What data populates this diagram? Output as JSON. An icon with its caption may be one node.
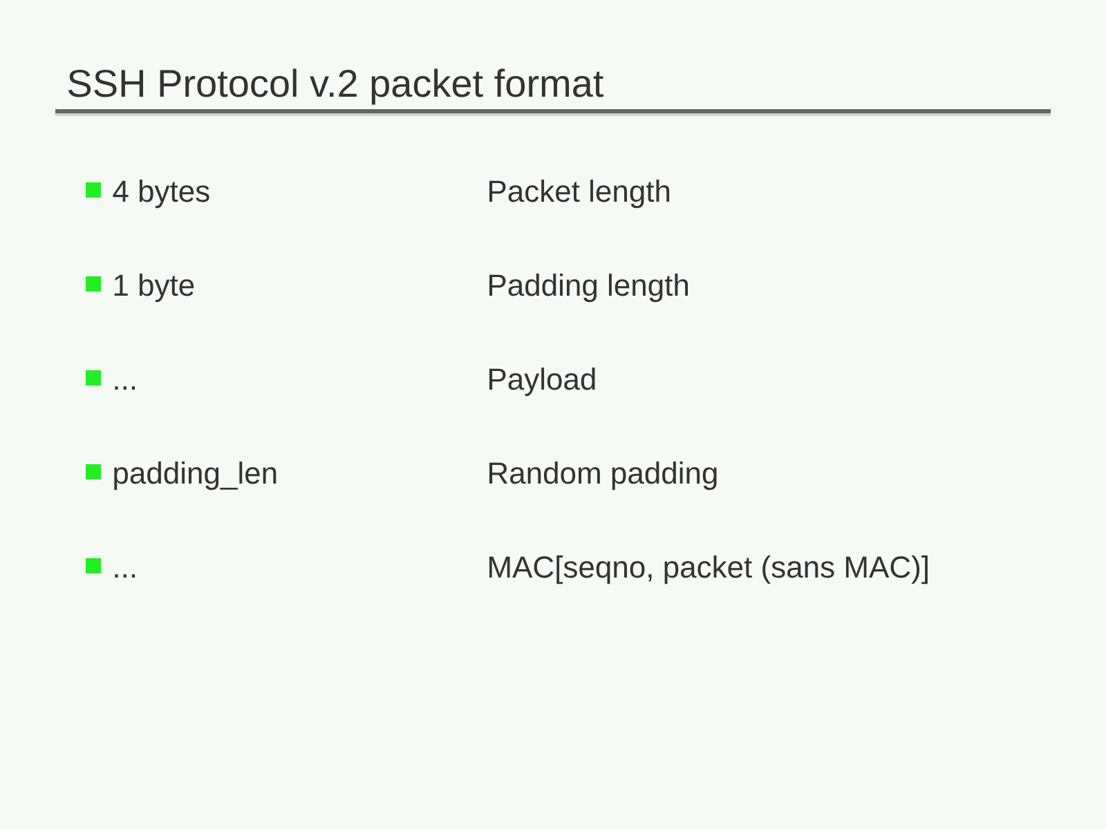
{
  "diagram": {
    "title": "SSH Protocol v.2 packet format",
    "labels": [
      "4 bytes",
      "Packet length",
      "1 byte",
      "Padding length",
      "...",
      "Payload",
      "padding_len",
      "Random padding",
      "...",
      "MAC[seqno, packet (sans MAC)]"
    ]
  }
}
